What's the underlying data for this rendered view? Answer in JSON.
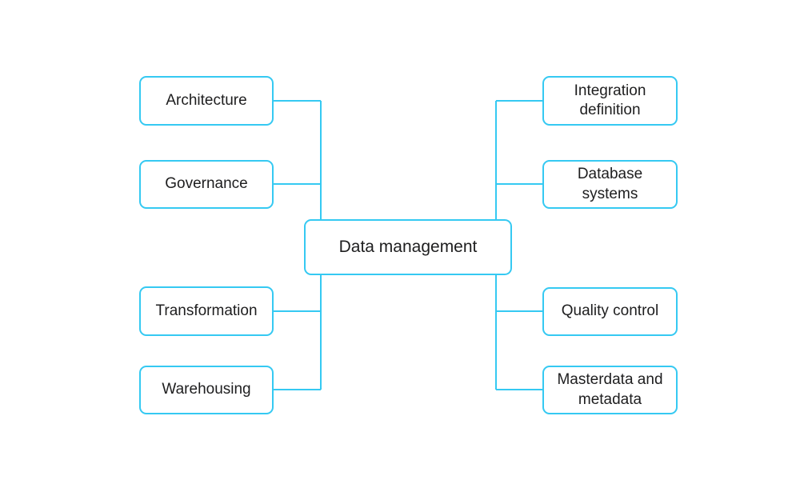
{
  "theme": {
    "accent": "#35C9F2",
    "text_color": "#1E1E1F",
    "background": "#FFFFFF",
    "node_fill": "#FFFFFF"
  },
  "diagram": {
    "center": {
      "label": "Data management"
    },
    "left_nodes": [
      {
        "label": "Architecture"
      },
      {
        "label": "Governance"
      },
      {
        "label": "Transformation"
      },
      {
        "label": "Warehousing"
      }
    ],
    "right_nodes": [
      {
        "label": "Integration definition"
      },
      {
        "label": "Database systems"
      },
      {
        "label": "Quality control"
      },
      {
        "label": "Masterdata and metadata"
      }
    ]
  }
}
